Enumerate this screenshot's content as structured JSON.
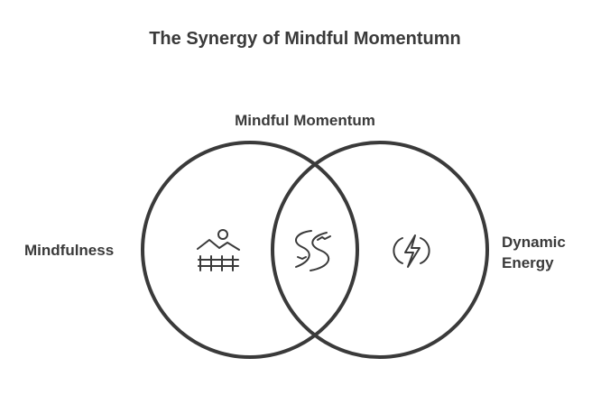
{
  "title": "The Synergy of Mindful Momentumn",
  "labels": {
    "intersection": "Mindful Momentum",
    "left": "Mindfulness",
    "right_line1": "Dynamic",
    "right_line2": "Energy"
  },
  "icons": {
    "left": "landscape-fence-icon",
    "center": "winding-river-icon",
    "right": "lightning-cycle-icon"
  },
  "colors": {
    "stroke": "#3a3a3a"
  }
}
